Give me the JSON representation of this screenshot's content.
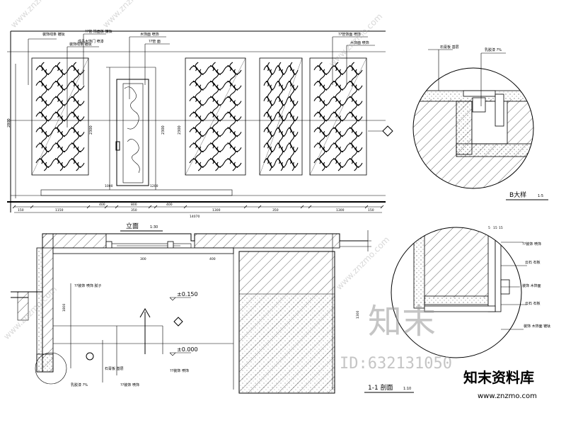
{
  "elevation": {
    "top_labels": [
      "装饰线条 镀钛",
      "??管 饰面板 镀钛",
      "木饰面 喷饰",
      "??管 面",
      "??管饰面 喷饰",
      "木饰面 喷饰"
    ],
    "left_labels": [
      "装饰线条 镀钛",
      "成品木饰门 喷漆"
    ],
    "dims_bottom": [
      "150",
      "1150",
      "350",
      "1300",
      "350",
      "1300",
      "150"
    ],
    "dims_sub": [
      "400",
      "800",
      "400"
    ],
    "dim_total": "14070",
    "heights": [
      "2800",
      "2300",
      "2300",
      "2300"
    ],
    "small_dims": [
      "1000",
      "1200"
    ],
    "title": "立面",
    "title_scale": "1:30"
  },
  "detail_b": {
    "labels": [
      "石膏板 基层",
      "乳胶漆 ?%"
    ],
    "title": "B大样",
    "title_scale": "1:5"
  },
  "section": {
    "labels": [
      "??装饰 喷饰 腻子",
      "石膏板 基层",
      "乳胶漆 ?%",
      "??装饰 喷饰",
      "??装饰 喷饰"
    ],
    "elev_1": "±0.150",
    "elev_2": "±0.000",
    "dims": [
      "300",
      "400",
      "1300",
      "1800"
    ],
    "title": "1-1 剖面",
    "title_scale": "1:10"
  },
  "detail_right": {
    "labels": [
      "??装饰 喷饰",
      "云石 石板",
      "装饰 木饰面",
      "云石 石板",
      "装饰 木饰面 镀钛"
    ],
    "dims_top": [
      "5",
      "15",
      "15"
    ]
  },
  "watermark": {
    "logo_text": "知末",
    "id_text": "ID:632131050",
    "brand_text": "知末资料库",
    "url_text": "www.znzmo.com",
    "diag_text": "www.znzmo.com"
  }
}
